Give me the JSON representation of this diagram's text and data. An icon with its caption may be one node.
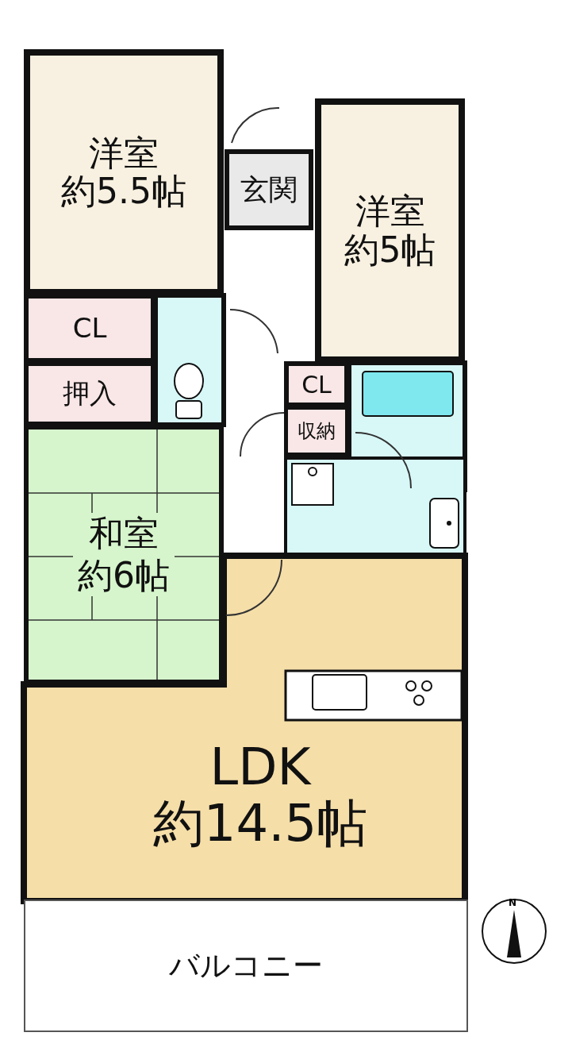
{
  "diagram": {
    "nodes": [
      {
        "text": [
          "洋室",
          "約5.5帖"
        ]
      },
      {
        "text": [
          "玄関"
        ]
      },
      {
        "text": [
          "洋室",
          "約5帖"
        ]
      },
      {
        "text": [
          "CL"
        ]
      },
      {
        "text": [
          "押入"
        ]
      },
      {
        "text": [
          "CL"
        ]
      },
      {
        "text": [
          "収納"
        ]
      },
      {
        "text": [
          "和室",
          "約6帖"
        ]
      },
      {
        "text": [
          "LDK",
          "約14.5帖"
        ]
      },
      {
        "text": [
          "バルコニー"
        ]
      }
    ],
    "labels": [
      "N"
    ]
  }
}
